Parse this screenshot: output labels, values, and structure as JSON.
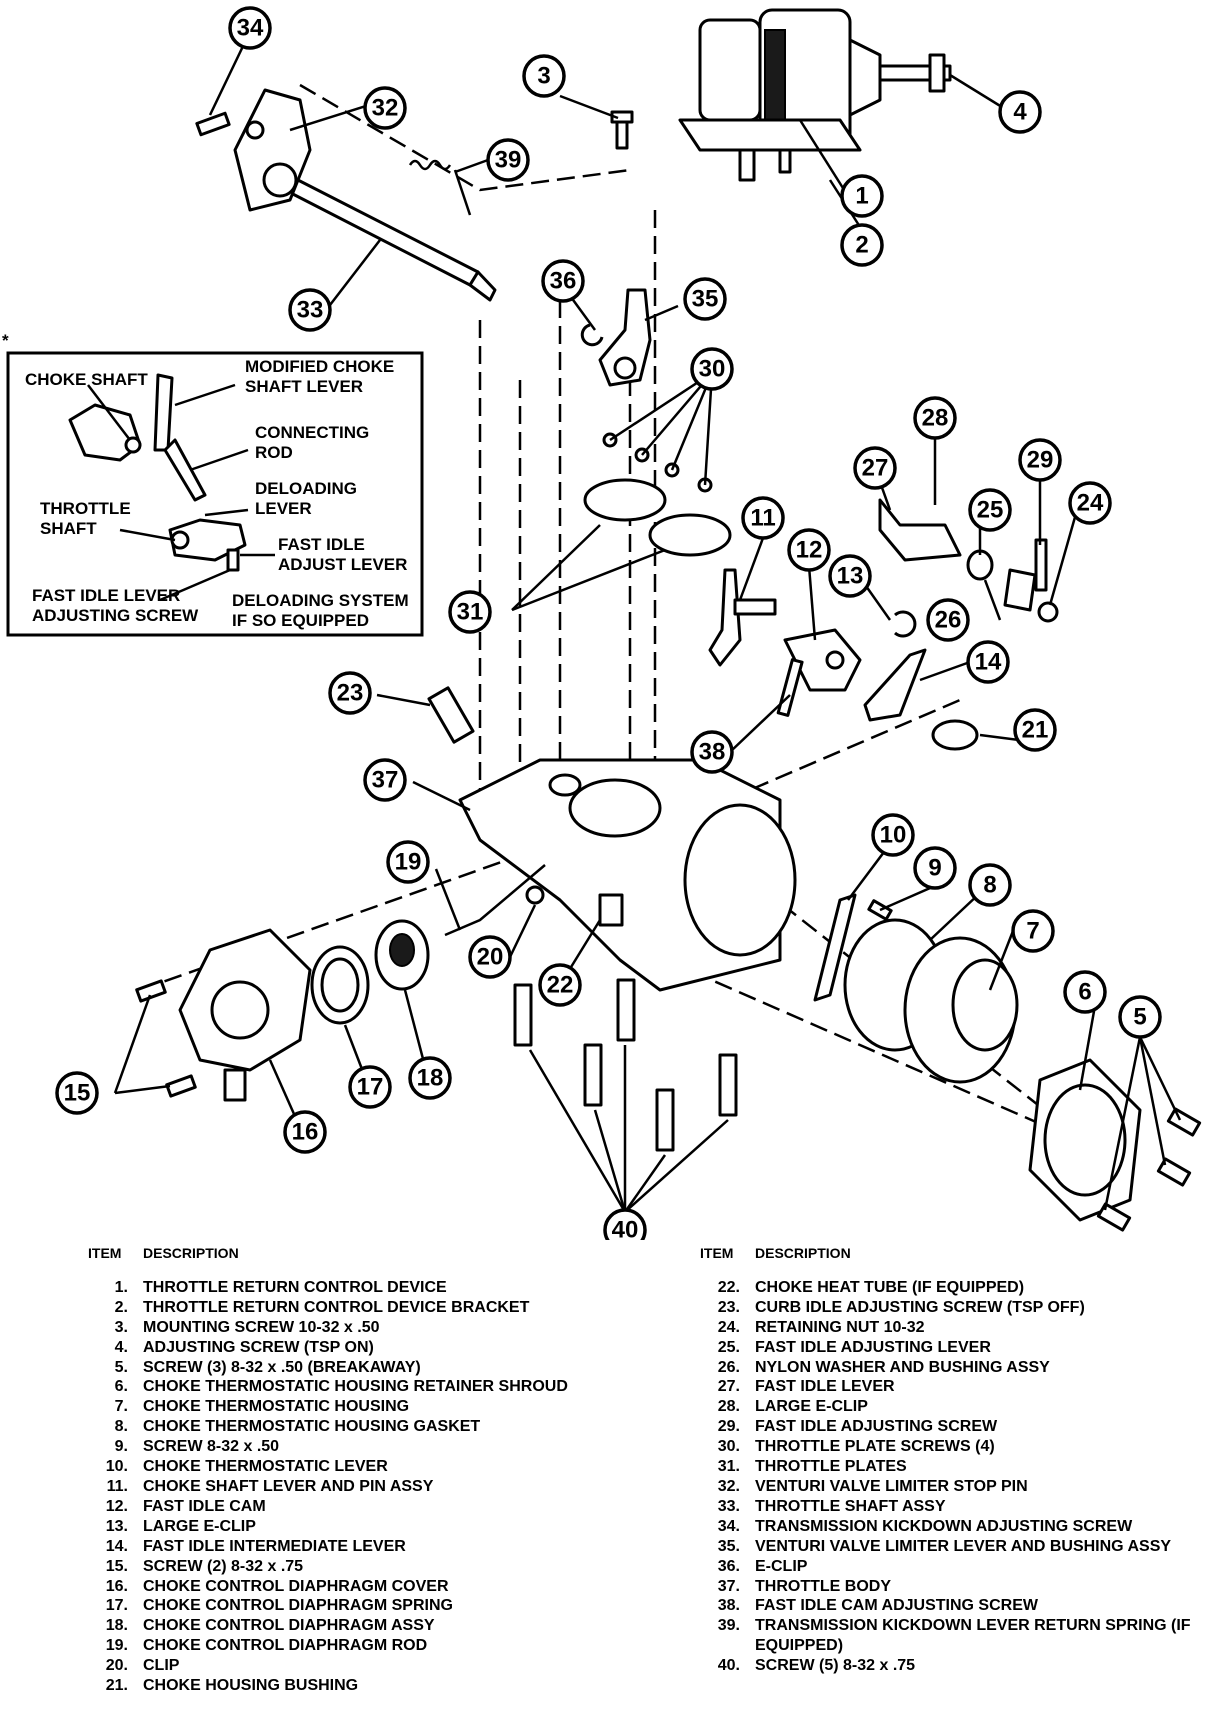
{
  "callouts": [
    "1",
    "2",
    "3",
    "4",
    "5",
    "6",
    "7",
    "8",
    "9",
    "10",
    "11",
    "12",
    "13",
    "14",
    "15",
    "16",
    "17",
    "18",
    "19",
    "20",
    "21",
    "22",
    "23",
    "24",
    "25",
    "26",
    "27",
    "28",
    "29",
    "30",
    "31",
    "32",
    "33",
    "34",
    "35",
    "36",
    "37",
    "38",
    "39",
    "40"
  ],
  "inset": {
    "marker": "*",
    "choke_shaft": "CHOKE SHAFT",
    "modified_lever_1": "MODIFIED CHOKE",
    "modified_lever_2": "SHAFT LEVER",
    "connecting_1": "CONNECTING",
    "connecting_2": "ROD",
    "deloading_1": "DELOADING",
    "deloading_2": "LEVER",
    "throttle_1": "THROTTLE",
    "throttle_2": "SHAFT",
    "fast_idle_adj_1": "FAST IDLE",
    "fast_idle_adj_2": "ADJUST LEVER",
    "fast_idle_screw_1": "FAST IDLE LEVER",
    "fast_idle_screw_2": "ADJUSTING SCREW",
    "deloading_sys_1": "DELOADING SYSTEM",
    "deloading_sys_2": "IF SO EQUIPPED"
  },
  "legend": {
    "item_header": "ITEM",
    "desc_header": "DESCRIPTION",
    "left": [
      {
        "n": "1.",
        "d": "THROTTLE RETURN CONTROL DEVICE"
      },
      {
        "n": "2.",
        "d": "THROTTLE RETURN CONTROL DEVICE BRACKET"
      },
      {
        "n": "3.",
        "d": "MOUNTING SCREW 10-32 x .50"
      },
      {
        "n": "4.",
        "d": "ADJUSTING SCREW (TSP ON)"
      },
      {
        "n": "5.",
        "d": "SCREW (3) 8-32 x .50 (BREAKAWAY)"
      },
      {
        "n": "6.",
        "d": "CHOKE THERMOSTATIC HOUSING RETAINER SHROUD"
      },
      {
        "n": "7.",
        "d": "CHOKE THERMOSTATIC HOUSING"
      },
      {
        "n": "8.",
        "d": "CHOKE THERMOSTATIC HOUSING GASKET"
      },
      {
        "n": "9.",
        "d": "SCREW 8-32 x .50"
      },
      {
        "n": "10.",
        "d": "CHOKE THERMOSTATIC LEVER"
      },
      {
        "n": "11.",
        "d": "CHOKE SHAFT LEVER AND PIN ASSY"
      },
      {
        "n": "12.",
        "d": "FAST IDLE CAM"
      },
      {
        "n": "13.",
        "d": "LARGE E-CLIP"
      },
      {
        "n": "14.",
        "d": "FAST IDLE INTERMEDIATE LEVER"
      },
      {
        "n": "15.",
        "d": "SCREW (2) 8-32 x .75"
      },
      {
        "n": "16.",
        "d": "CHOKE CONTROL DIAPHRAGM COVER"
      },
      {
        "n": "17.",
        "d": "CHOKE CONTROL DIAPHRAGM SPRING"
      },
      {
        "n": "18.",
        "d": "CHOKE CONTROL DIAPHRAGM ASSY"
      },
      {
        "n": "19.",
        "d": "CHOKE CONTROL DIAPHRAGM ROD"
      },
      {
        "n": "20.",
        "d": "CLIP"
      },
      {
        "n": "21.",
        "d": "CHOKE HOUSING BUSHING"
      }
    ],
    "right": [
      {
        "n": "22.",
        "d": "CHOKE HEAT TUBE (IF EQUIPPED)"
      },
      {
        "n": "23.",
        "d": "CURB IDLE ADJUSTING SCREW (TSP OFF)"
      },
      {
        "n": "24.",
        "d": "RETAINING NUT 10-32"
      },
      {
        "n": "25.",
        "d": "FAST IDLE ADJUSTING LEVER"
      },
      {
        "n": "26.",
        "d": "NYLON WASHER AND BUSHING ASSY"
      },
      {
        "n": "27.",
        "d": "FAST IDLE LEVER"
      },
      {
        "n": "28.",
        "d": "LARGE E-CLIP"
      },
      {
        "n": "29.",
        "d": "FAST IDLE ADJUSTING SCREW"
      },
      {
        "n": "30.",
        "d": "THROTTLE PLATE SCREWS (4)"
      },
      {
        "n": "31.",
        "d": "THROTTLE PLATES"
      },
      {
        "n": "32.",
        "d": "VENTURI VALVE LIMITER STOP PIN"
      },
      {
        "n": "33.",
        "d": "THROTTLE SHAFT ASSY"
      },
      {
        "n": "34.",
        "d": "TRANSMISSION KICKDOWN ADJUSTING SCREW"
      },
      {
        "n": "35.",
        "d": "VENTURI VALVE LIMITER LEVER AND BUSHING ASSY"
      },
      {
        "n": "36.",
        "d": "E-CLIP"
      },
      {
        "n": "37.",
        "d": "THROTTLE BODY"
      },
      {
        "n": "38.",
        "d": "FAST IDLE CAM ADJUSTING SCREW"
      },
      {
        "n": "39.",
        "d": "TRANSMISSION KICKDOWN LEVER RETURN SPRING (IF EQUIPPED)"
      },
      {
        "n": "40.",
        "d": "SCREW (5) 8-32 x .75"
      }
    ]
  }
}
